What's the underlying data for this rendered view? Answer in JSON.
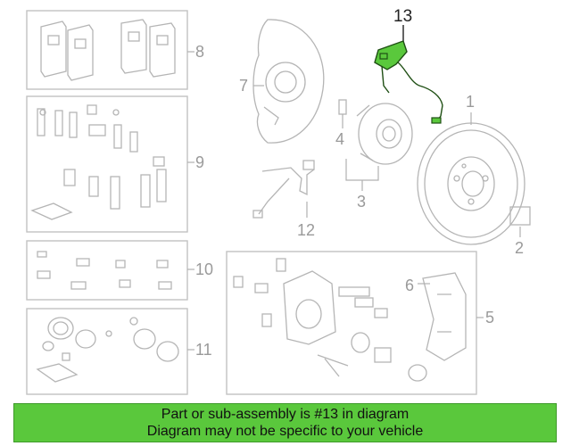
{
  "callouts": {
    "c1": "1",
    "c2": "2",
    "c3": "3",
    "c4": "4",
    "c5": "5",
    "c6": "6",
    "c7": "7",
    "c8": "8",
    "c9": "9",
    "c10": "10",
    "c11": "11",
    "c12": "12",
    "c13": "13"
  },
  "highlight": {
    "part_number": "13",
    "color": "#5ac83c",
    "stroke": "#1f4f14"
  },
  "banner": {
    "line1": "Part or sub-assembly is #13 in diagram",
    "line2": "Diagram may not be specific to your vehicle",
    "color": "#5ac83c"
  },
  "icons": [
    "brake-pad-icon",
    "brake-rotor-icon",
    "wheel-hub-icon",
    "dust-shield-icon",
    "brake-caliper-icon",
    "abs-sensor-icon",
    "brake-hose-icon"
  ]
}
